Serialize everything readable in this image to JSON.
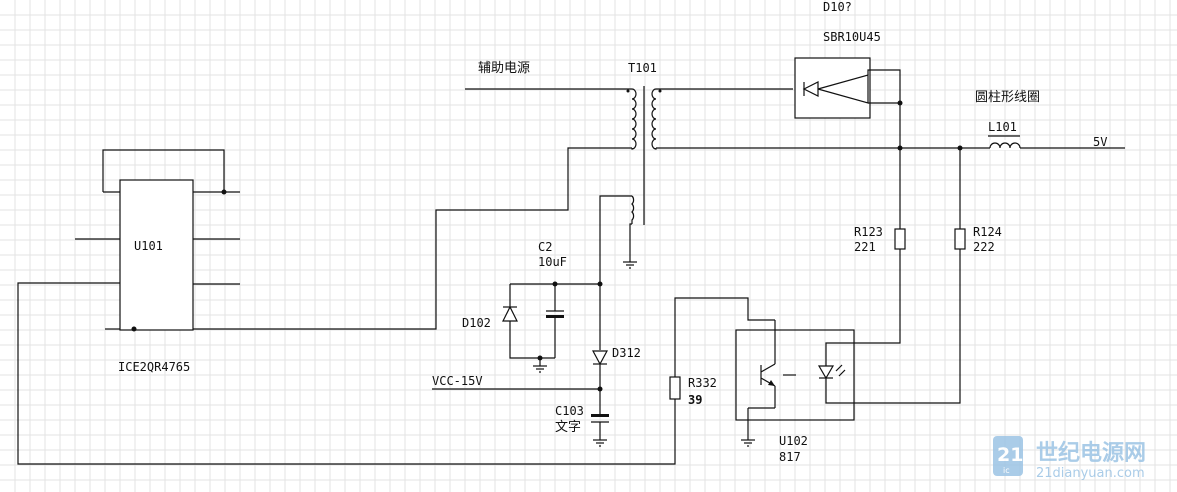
{
  "labels": {
    "d10_ref": "D10?",
    "d10_part": "SBR10U45",
    "aux_power": "辅助电源",
    "t101": "T101",
    "coil_label": "圆柱形线圈",
    "l101": "L101",
    "out_5v": "5V",
    "u101": "U101",
    "u101_part": "ICE2QR4765",
    "c2": "C2",
    "c2_val": "10uF",
    "d102": "D102",
    "d312": "D312",
    "vcc": "VCC-15V",
    "c103": "C103",
    "c103_text": "文字",
    "r332": "R332",
    "r332_val": "39",
    "r123": "R123",
    "r123_val": "221",
    "r124": "R124",
    "r124_val": "222",
    "u102": "U102",
    "u102_part": "817"
  },
  "watermark": {
    "badge": "21",
    "badge_sub": "ic",
    "title": "世纪电源网",
    "url": "21dianyuan.com",
    "color": "#9cc4e4"
  },
  "colors": {
    "wire": "#111111",
    "grid": "#e3e3e3",
    "background": "#ffffff"
  }
}
